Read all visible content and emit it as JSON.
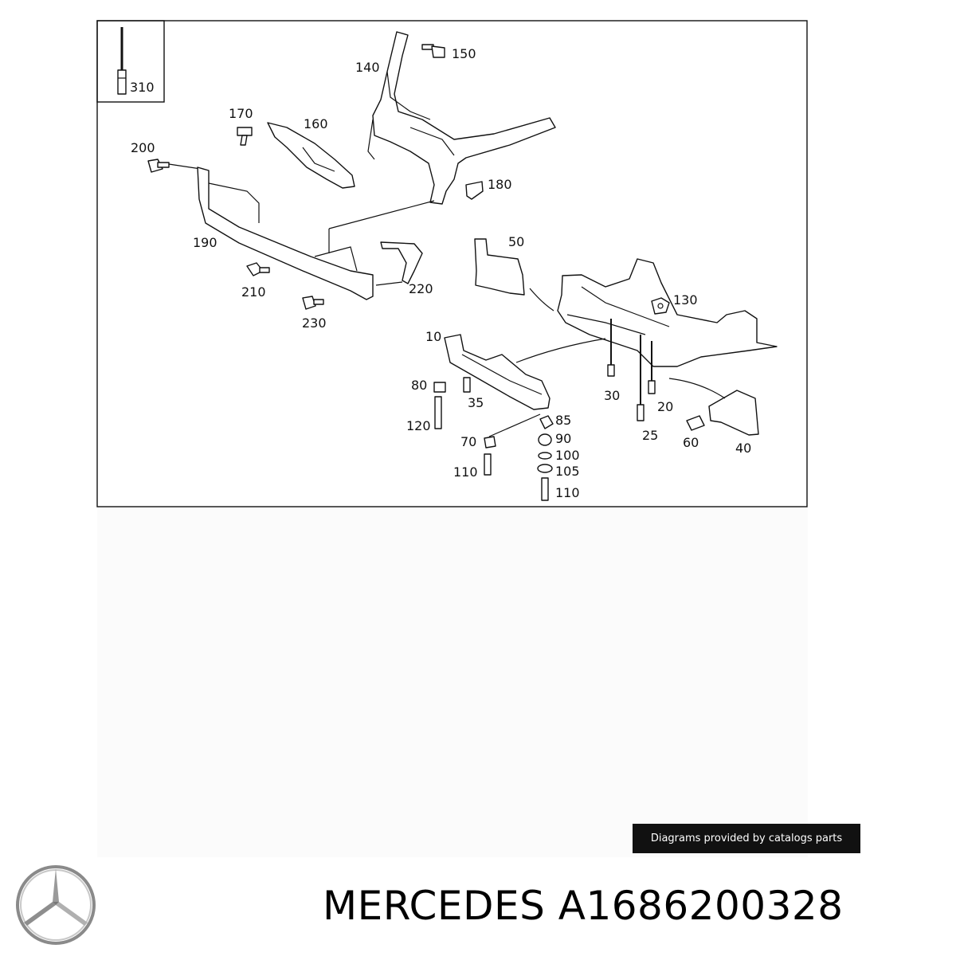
{
  "diagram": {
    "callouts": [
      "310",
      "150",
      "140",
      "170",
      "160",
      "200",
      "180",
      "190",
      "50",
      "210",
      "220",
      "130",
      "230",
      "10",
      "80",
      "35",
      "30",
      "20",
      "85",
      "120",
      "90",
      "25",
      "70",
      "100",
      "60",
      "40",
      "105",
      "110",
      "110"
    ]
  },
  "credit": "Diagrams provided by catalogs parts",
  "brand": "MERCEDES",
  "part_number": "A1686200328",
  "logo": "mercedes-star-logo"
}
